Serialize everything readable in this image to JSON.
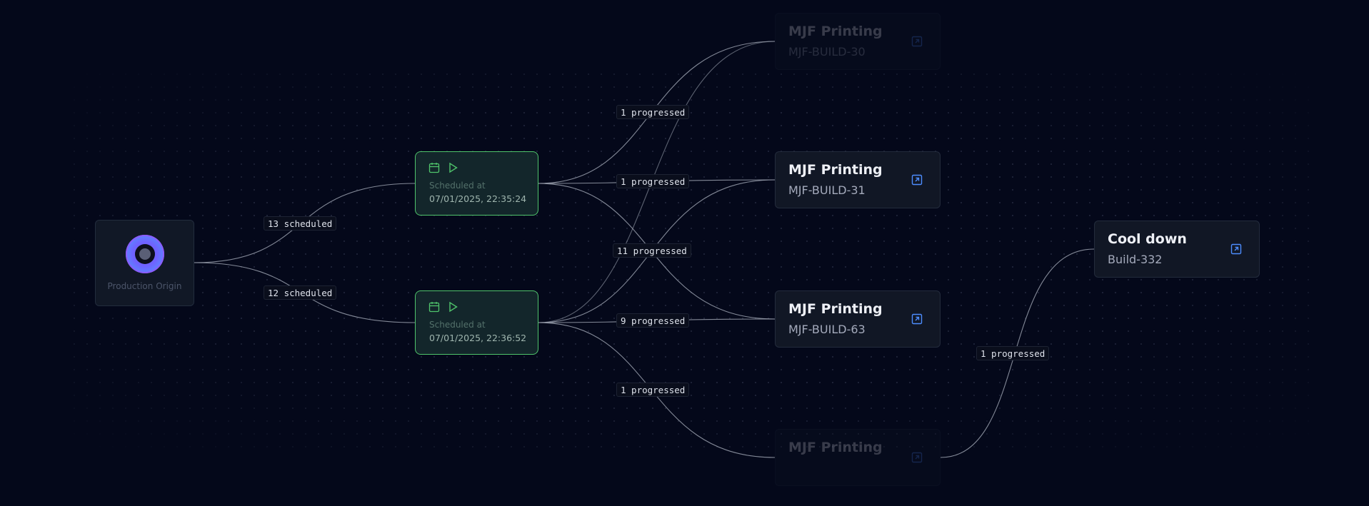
{
  "colors": {
    "background": "#04081a",
    "edge": "#9aa0ae",
    "scheduled_border": "#4fc46b",
    "link_icon": "#4d8dff"
  },
  "origin": {
    "label": "Production Origin",
    "icon": "origin-ring-icon"
  },
  "scheduled_nodes": [
    {
      "caption": "Scheduled at",
      "time": "07/01/2025, 22:35:24",
      "icons": [
        "calendar-icon",
        "play-icon"
      ]
    },
    {
      "caption": "Scheduled at",
      "time": "07/01/2025, 22:36:52",
      "icons": [
        "calendar-icon",
        "play-icon"
      ]
    }
  ],
  "step_nodes": [
    {
      "title": "MJF Printing",
      "subtitle": "MJF-BUILD-30",
      "icon": "external-link-icon",
      "faded": true
    },
    {
      "title": "MJF Printing",
      "subtitle": "MJF-BUILD-31",
      "icon": "external-link-icon",
      "faded": false
    },
    {
      "title": "MJF Printing",
      "subtitle": "MJF-BUILD-63",
      "icon": "external-link-icon",
      "faded": false
    },
    {
      "title": "MJF Printing",
      "subtitle": "",
      "icon": "external-link-icon",
      "faded": true
    },
    {
      "title": "Cool down",
      "subtitle": "Build-332",
      "icon": "external-link-icon",
      "faded": false
    }
  ],
  "edge_labels": [
    "13 scheduled",
    "12 scheduled",
    "1 progressed",
    "1 progressed",
    "11 progressed",
    "9 progressed",
    "1 progressed",
    "1 progressed"
  ]
}
